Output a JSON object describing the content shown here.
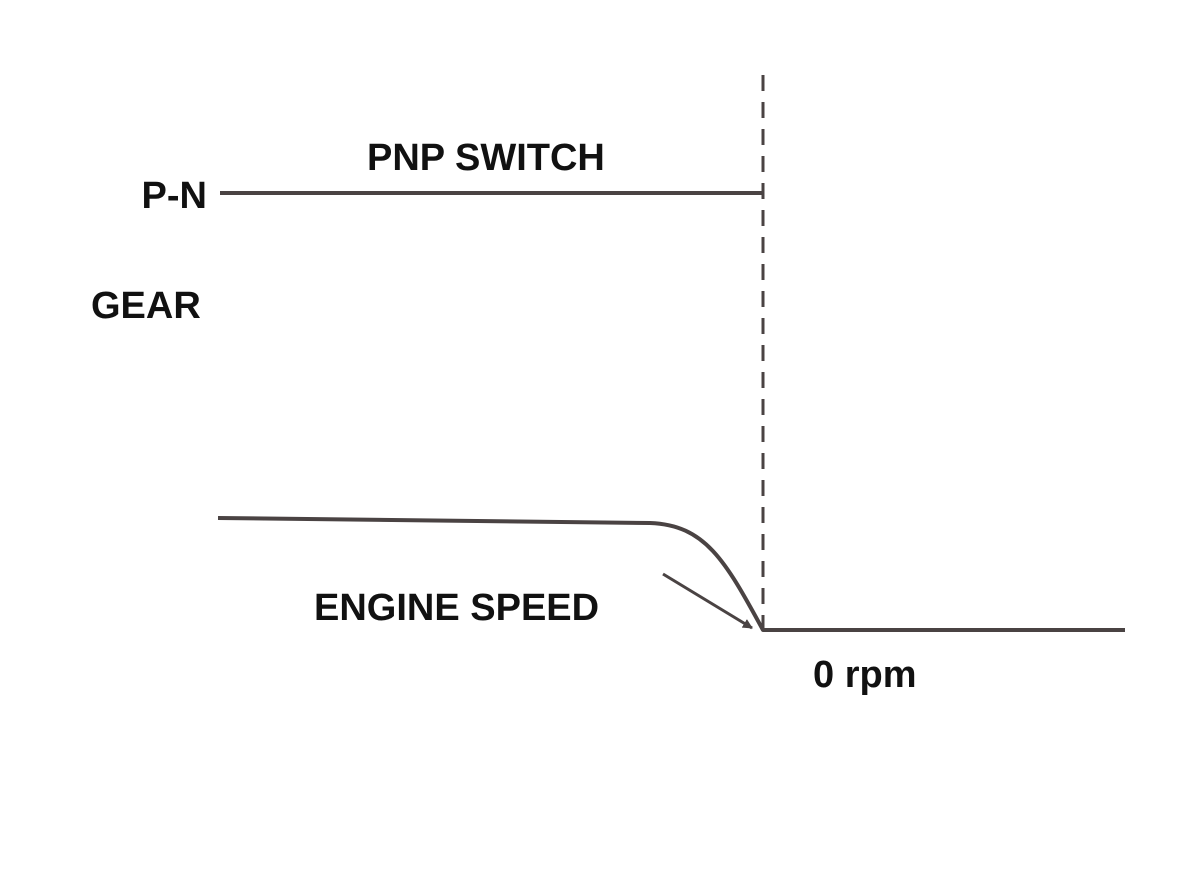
{
  "labels": {
    "pnp_switch": "PNP SWITCH",
    "p_n": "P-N",
    "gear": "GEAR",
    "engine_speed": "ENGINE SPEED",
    "zero_rpm": "0 rpm"
  },
  "colors": {
    "line": "#4a4343",
    "text": "#111111",
    "background": "#ffffff"
  }
}
